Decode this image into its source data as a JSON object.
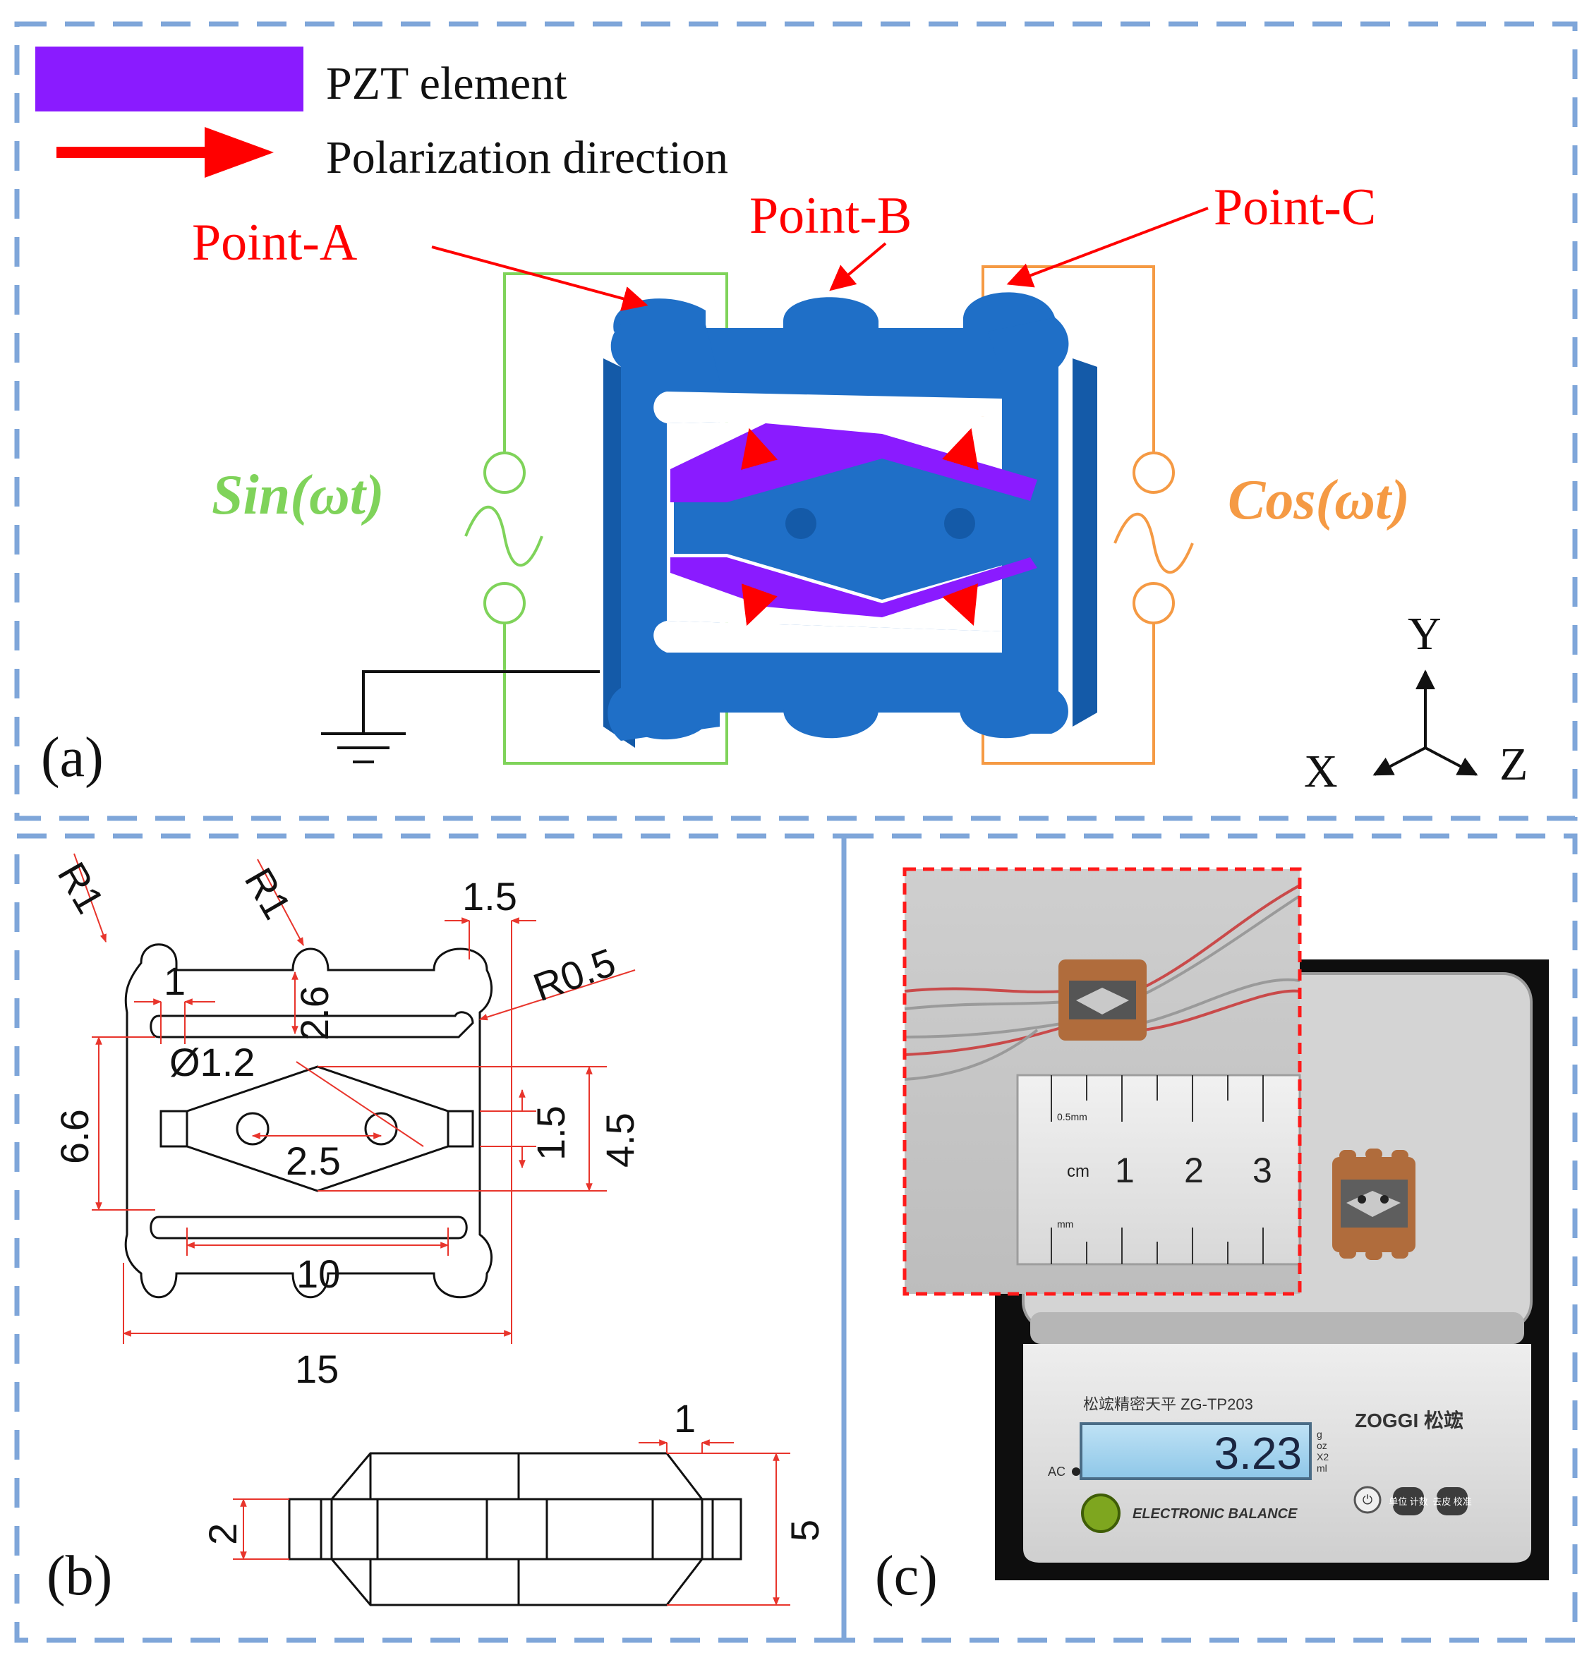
{
  "colors": {
    "panel_border": "#7fa6d9",
    "frame_blue": "#1f6fc7",
    "frame_blue_dark": "#145aa8",
    "pzt": "#8a1bff",
    "polarization": "#ff0000",
    "sin_green": "#7fd35a",
    "cos_orange": "#f59a44",
    "dimension_red": "#e8352c"
  },
  "legend": {
    "pzt_label": "PZT element",
    "polarization_label": "Polarization direction"
  },
  "panel_a": {
    "label": "(a)",
    "point_a": "Point-A",
    "point_b": "Point-B",
    "point_c": "Point-C",
    "sin_label": "Sin(ωt)",
    "cos_label": "Cos(ωt)",
    "axis_y": "Y",
    "axis_x": "X",
    "axis_z": "Z"
  },
  "panel_b": {
    "label": "(b)",
    "r1_left": "R1",
    "r1_mid": "R1",
    "dim_1_5_top": "1.5",
    "dim_1": "1",
    "dim_2_6": "2.6",
    "r0_5": "R0.5",
    "dia_1_2": "Ø1.2",
    "dim_6_6": "6.6",
    "dim_1_5_side": "1.5",
    "dim_4_5": "4.5",
    "dim_2_5": "2.5",
    "dim_10": "10",
    "dim_15": "15",
    "side_dim_1": "1",
    "side_dim_2": "2",
    "side_dim_5": "5"
  },
  "panel_c": {
    "label": "(c)",
    "ruler": {
      "unit_top": "0.5mm",
      "unit_cm": "cm",
      "n1": "1",
      "n2": "2",
      "n3": "3",
      "unit_mm": "mm"
    },
    "scale": {
      "model": "松竤精密天平 ZG-TP203",
      "brand": "ZOGGI 松竤",
      "reading": "3.23",
      "units": [
        "g",
        "oz",
        "X2",
        "ml"
      ],
      "ac_label": "AC",
      "label": "ELECTRONIC BALANCE",
      "btn1": "单位 计数",
      "btn2": "去皮 校准"
    }
  }
}
